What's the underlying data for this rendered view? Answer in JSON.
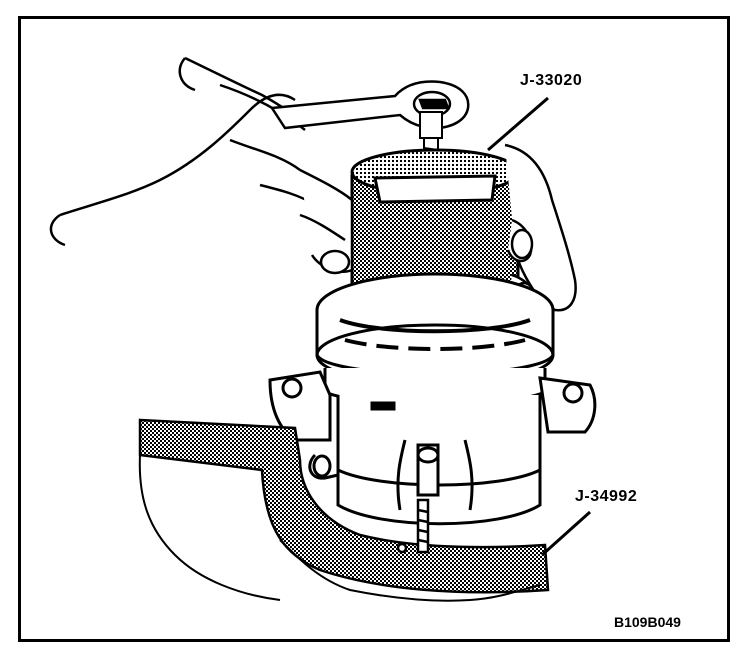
{
  "figure": {
    "figure_id": "B109B049",
    "callouts": [
      {
        "id": "tool-1",
        "label": "J-33020"
      },
      {
        "id": "tool-2",
        "label": "J-34992"
      }
    ]
  },
  "colors": {
    "line": "#000000",
    "screen_fill": "#9a9a9a",
    "paper": "#ffffff"
  }
}
